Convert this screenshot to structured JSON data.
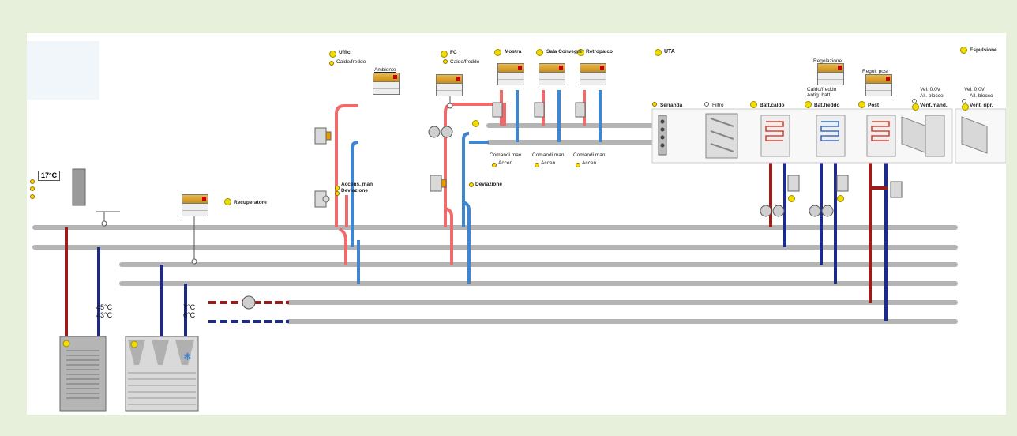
{
  "colors": {
    "background": "#e6f0da",
    "hot": "#9c1c1c",
    "cold": "#1d2a8a",
    "hot_branch": "#ef6b6b",
    "cold_branch": "#3f85d0",
    "pipe": "#b6b6b6",
    "indicator": "#f0dc00"
  },
  "zones": {
    "uffici": {
      "title": "Uffici",
      "mode": "Caldo/freddo",
      "panel": "Ambiente"
    },
    "fc": {
      "title": "FC",
      "mode": "Caldo/freddo"
    },
    "mostra": {
      "title": "Mostra"
    },
    "sala_convegni": {
      "title": "Sala Convegni"
    },
    "retropalco": {
      "title": "Retropalco"
    },
    "uta": {
      "title": "UTA"
    },
    "espulsione": {
      "title": "Espulsione"
    }
  },
  "controls": {
    "uffici_status": [
      "Accens. man",
      "Deviazione"
    ],
    "fc_status": "Deviazione",
    "comandi": [
      {
        "label": "Comandi man",
        "state": "Accen"
      },
      {
        "label": "Comandi man",
        "state": "Accen"
      },
      {
        "label": "Comandi man",
        "state": "Accen"
      }
    ],
    "recuperatore": "Recuperatore",
    "outdoor_temp": "17°C"
  },
  "ahu": {
    "regolazione": {
      "title": "Regolazione",
      "items": [
        "Caldo/freddo",
        "Antig. batt."
      ]
    },
    "regol_post": "Regol. post",
    "sections": [
      "Serranda",
      "Filtro",
      "Batt.caldo",
      "Bat.freddo",
      "Post",
      "Vent.mand.",
      "Vent. ripr."
    ],
    "vent_mand_info": [
      "Vel: 0.0V",
      "All. blocco"
    ],
    "vent_ripr_info": [
      "Vel: 0.0V",
      "All. blocco"
    ]
  },
  "temperatures": {
    "boiler_supply": "45°C",
    "boiler_return": "43°C",
    "chiller_supply": "7°C",
    "chiller_return": "6°C"
  },
  "icons": [
    "boiler-icon",
    "chiller-icon",
    "snowflake-icon",
    "pump-icon",
    "valve-icon",
    "fan-icon",
    "filter-icon",
    "coil-icon",
    "damper-icon",
    "control-panel-icon",
    "sensor-icon"
  ]
}
